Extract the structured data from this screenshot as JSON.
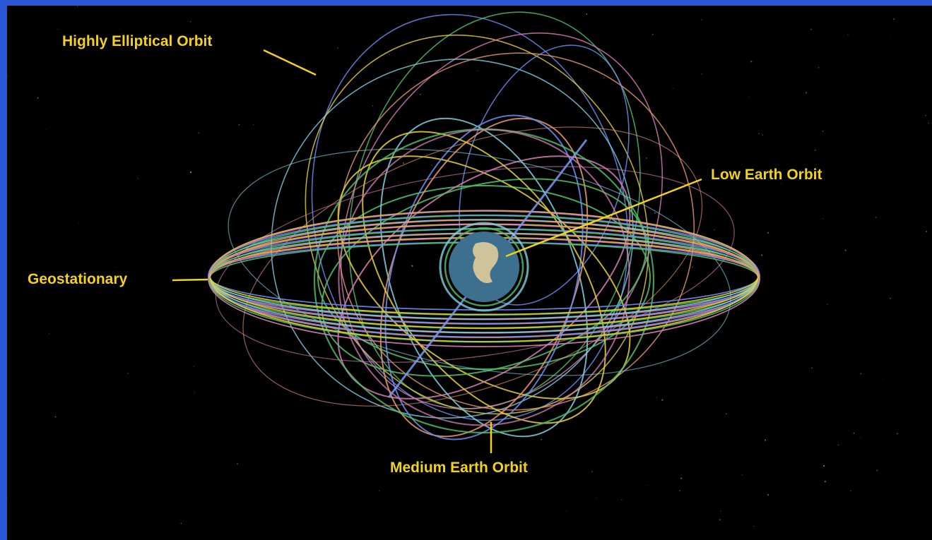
{
  "labels": {
    "heo": "Highly Elliptical Orbit",
    "leo": "Low Earth Orbit",
    "geo": "Geostationary",
    "meo": "Medium Earth Orbit"
  },
  "colors": {
    "frame": "#2a56d8",
    "background": "#000000",
    "label": "#f2d21a",
    "orbit_palette": [
      "#6f8ff0",
      "#54c26a",
      "#e6d23a",
      "#d67fb6",
      "#7fd0e0",
      "#e59a73"
    ]
  },
  "icons": {
    "earth": "earth-icon"
  }
}
